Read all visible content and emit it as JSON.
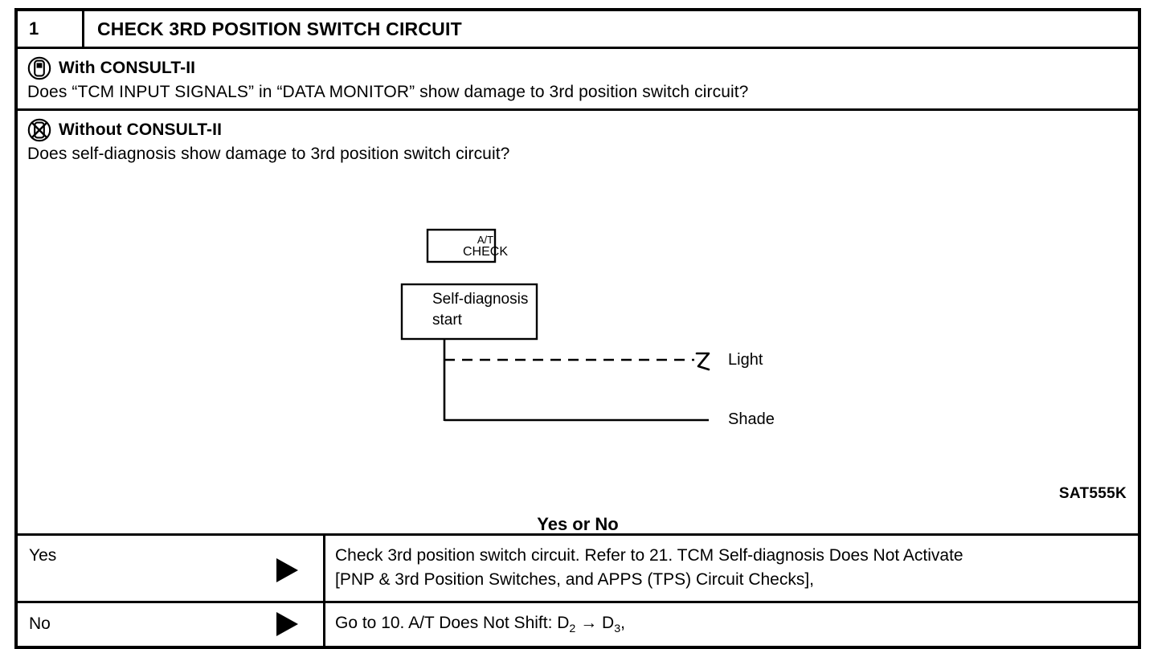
{
  "step": {
    "number": "1",
    "title": "CHECK 3RD POSITION SWITCH CIRCUIT"
  },
  "with_consult": {
    "icon": "consult-device-icon",
    "label": "With CONSULT-II",
    "question": "Does “TCM INPUT SIGNALS” in “DATA MONITOR” show damage to 3rd position switch circuit?"
  },
  "without_consult": {
    "icon": "consult-device-crossed-icon",
    "label": "Without CONSULT-II",
    "question": "Does self-diagnosis show damage to 3rd position switch circuit?"
  },
  "figure": {
    "at_check_line1": "A/T",
    "at_check_line2": "CHECK",
    "self_diag_line1": "Self-diagnosis",
    "self_diag_line2": "start",
    "light_label": "Light",
    "shade_label": "Shade",
    "figure_code": "SAT555K"
  },
  "result_prompt": "Yes or No",
  "answers": [
    {
      "label": "Yes",
      "arrow": "right-triangle-icon",
      "action_lines": [
        "Check 3rd position switch circuit. Refer to 21. TCM Self-diagnosis Does Not Activate",
        "[PNP & 3rd Position Switches, and APPS (TPS) Circuit Checks],"
      ]
    },
    {
      "label": "No",
      "arrow": "right-triangle-icon",
      "action_lines": [
        "Go to 10. A/T Does Not Shift: D₂ → D₃,"
      ],
      "action_rich": {
        "prefix": "Go to 10. A/T Does Not Shift: D",
        "sub1": "2",
        "mid": " → D",
        "sub2": "3",
        "suffix": ","
      }
    }
  ],
  "colors": {
    "ink": "#000000",
    "paper": "#ffffff"
  }
}
